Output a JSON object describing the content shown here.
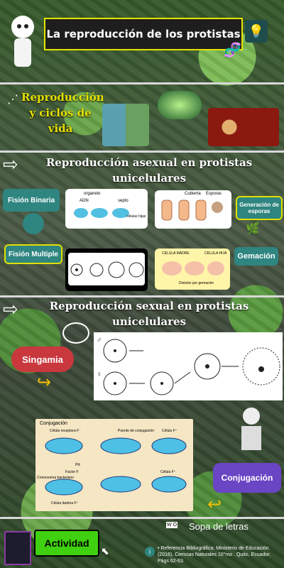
{
  "header": {
    "title": "La reproducción de los protistas"
  },
  "section1": {
    "title": "Reproducción y ciclos de vida"
  },
  "section2": {
    "title_line1": "Reproducción asexual en protistas",
    "title_line2": "unicelulares",
    "binaria_label": "Fisión Binaria",
    "binaria_tags": [
      "organelo",
      "ADN",
      "septo",
      "células hijas"
    ],
    "esporas_label": "Generación de esporas",
    "esporas_tags": [
      "Cubierta",
      "Esporas"
    ],
    "multiple_label": "Fisión Multiple",
    "gemacion_label": "Gemación",
    "gemacion_tags": [
      "CÉLULA MADRE",
      "CÉLULA HIJA",
      "División por gemación"
    ]
  },
  "section3": {
    "title_line1": "Reproducción sexual en protistas",
    "title_line2": "unicelulares",
    "singamia_label": "Singamia",
    "conjugacion_label": "Conjugación",
    "conj_diagram": {
      "title": "Conjugación",
      "labels": [
        "Célula receptora F⁻",
        "Puente de conjugación",
        "Célula F⁺",
        "Pili",
        "Factor F",
        "Cromosoma bacteriano",
        "Célula dadora F⁺",
        "Célula F⁺"
      ]
    }
  },
  "footer": {
    "activity_label": "Actividad",
    "wordsearch_label": "Sopa de letras",
    "citation": "• Referencia Bibliográfica: Ministerio de Educación. (2016). Ciencias Naturales 10°mo . Quito, Ecuador. Págs 62-63."
  },
  "colors": {
    "accent_yellow": "#e7e300",
    "teal": "#2f8580",
    "singamia": "#c9383d",
    "conjugacion": "#6a45c4",
    "activity": "#3fd10f"
  }
}
